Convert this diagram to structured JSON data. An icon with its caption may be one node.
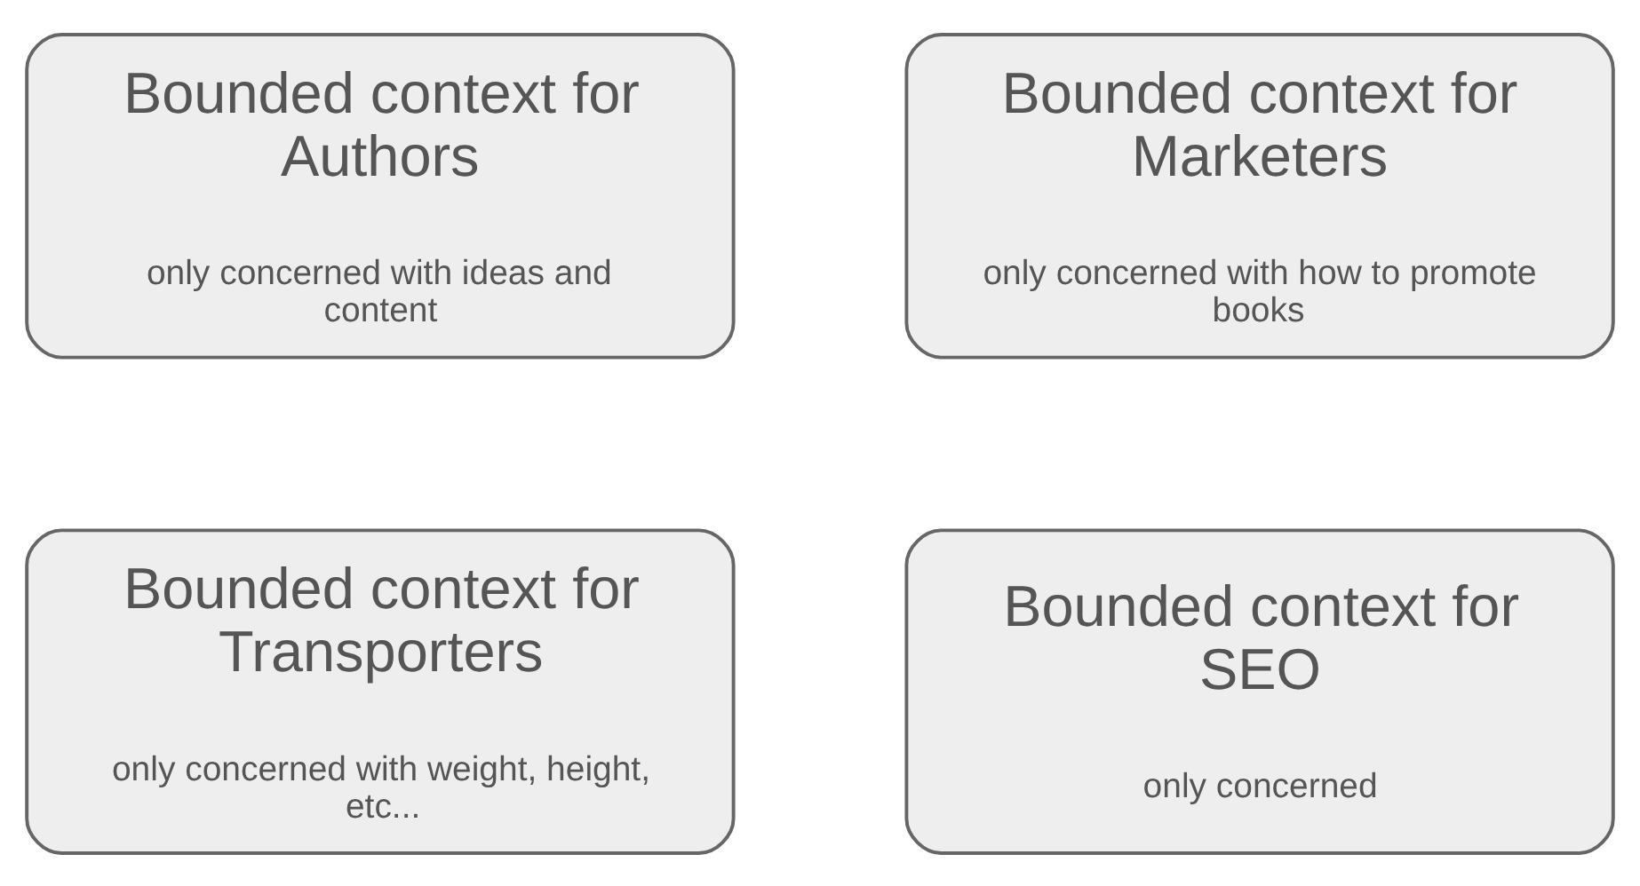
{
  "diagram": {
    "nodes": [
      {
        "text": [
          "Bounded context for Authors",
          "only concerned with ideas and content"
        ]
      },
      {
        "text": [
          "Bounded context for Marketers",
          "only concerned with how to promote books"
        ]
      },
      {
        "text": [
          "Bounded context for Transporters",
          "only concerned with weight, height, etc..."
        ]
      },
      {
        "text": [
          "Bounded context for SEO",
          "only concerned"
        ]
      }
    ]
  }
}
